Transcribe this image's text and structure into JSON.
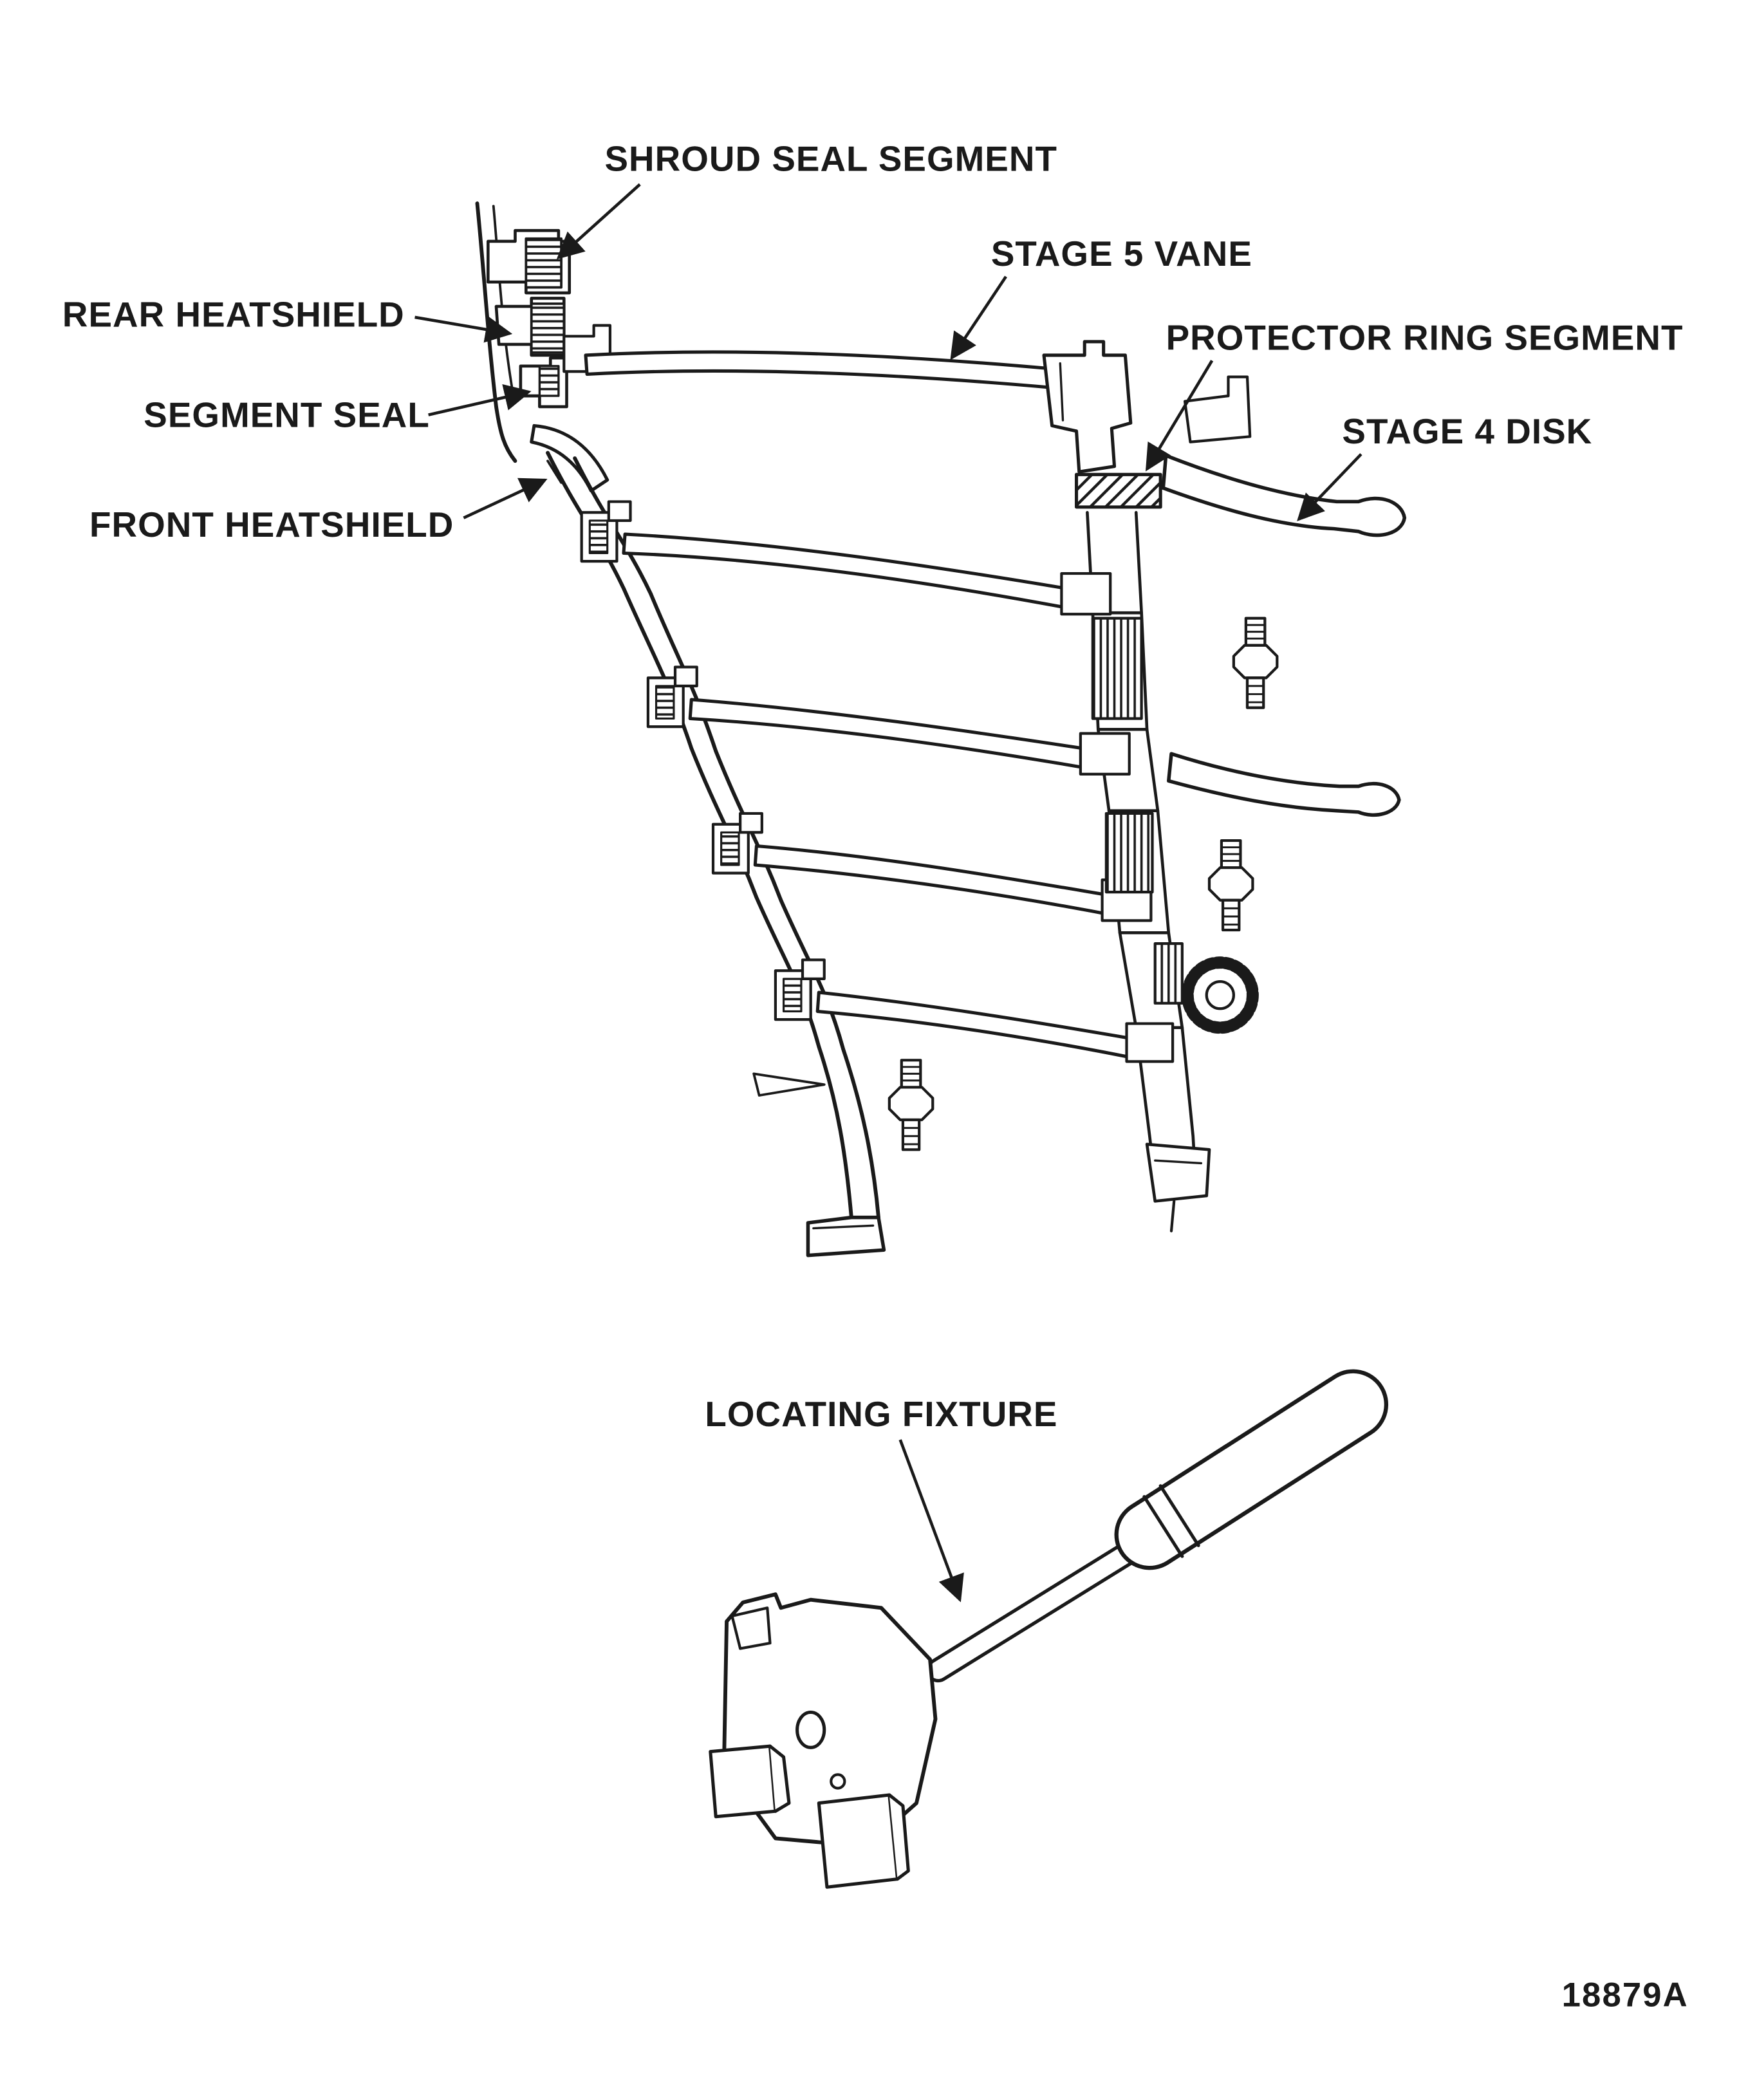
{
  "figure": {
    "number": "18879A"
  },
  "labels": {
    "shroud_seal_segment": "SHROUD SEAL SEGMENT",
    "rear_heatshield": "REAR HEATSHIELD",
    "segment_seal": "SEGMENT SEAL",
    "front_heatshield": "FRONT HEATSHIELD",
    "stage_5_vane": "STAGE 5 VANE",
    "protector_ring_segment": "PROTECTOR RING SEGMENT",
    "stage_4_disk": "STAGE 4 DISK",
    "locating_fixture": "LOCATING FIXTURE"
  }
}
